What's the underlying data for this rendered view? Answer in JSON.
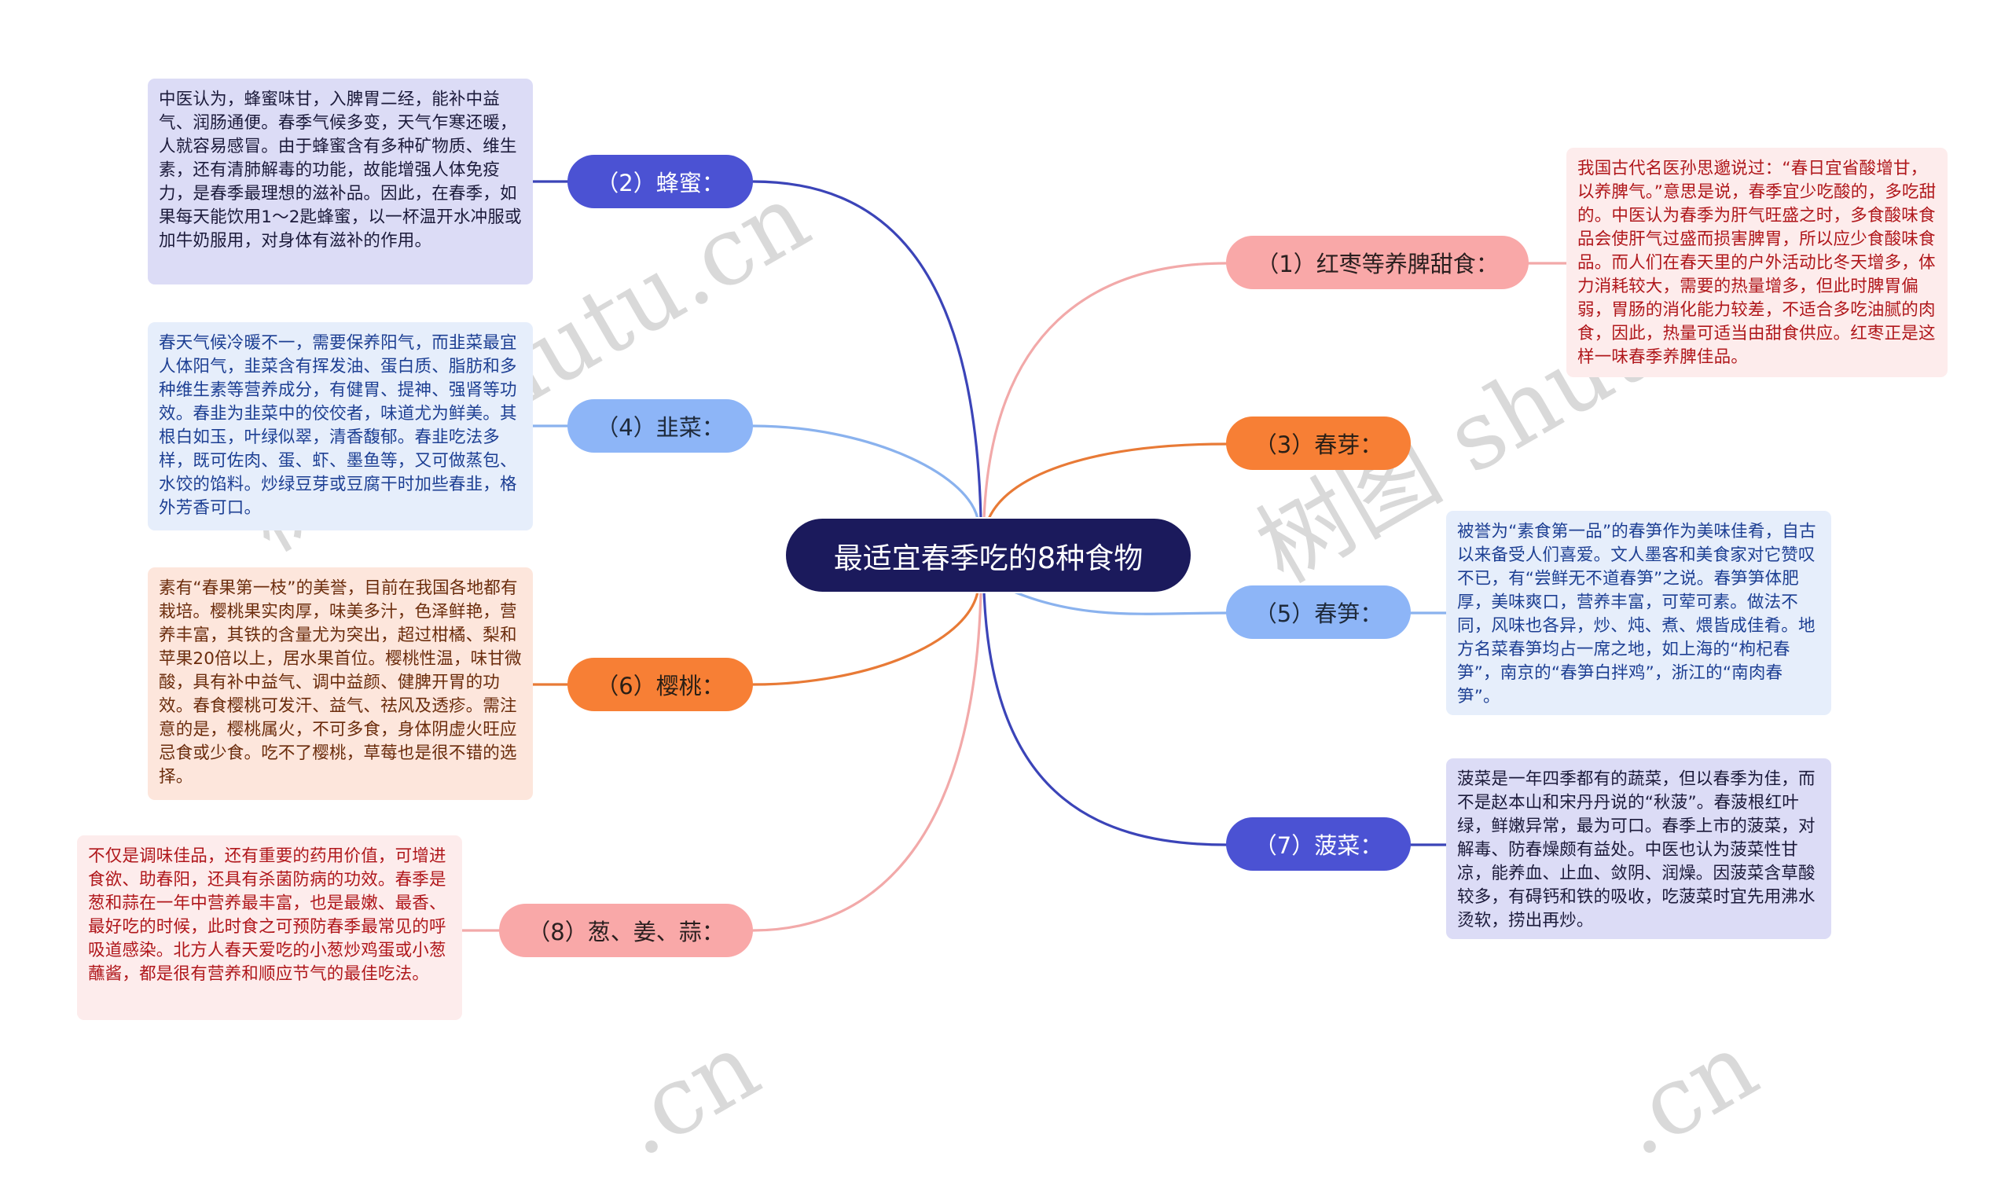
{
  "title": "最适宜春季吃的8种食物",
  "colors": {
    "center": "#1b1a5c",
    "indigo": "#4b52d3",
    "light_blue": "#8db5f7",
    "orange": "#f77f35",
    "pink": "#f9a8a8"
  },
  "watermark": {
    "text_1": "树图 shutu.cn",
    "text_2": "树图 shutu.cn"
  },
  "branches": {
    "dates": {
      "label": "（1）红枣等养脾甜食：",
      "desc": "我国古代名医孙思邈说过：“春日宜省酸增甘，以养脾气。”意思是说，春季宜少吃酸的，多吃甜的。中医认为春季为肝气旺盛之时，多食酸味食品会使肝气过盛而损害脾胃，所以应少食酸味食品。而人们在春天里的户外活动比冬天增多，体力消耗较大，需要的热量增多，但此时脾胃偏弱，胃肠的消化能力较差，不适合多吃油腻的肉食，因此，热量可适当由甜食供应。红枣正是这样一味春季养脾佳品。"
    },
    "honey": {
      "label": "（2）蜂蜜：",
      "desc": "中医认为，蜂蜜味甘，入脾胃二经，能补中益气、润肠通便。春季气候多变，天气乍寒还暖，人就容易感冒。由于蜂蜜含有多种矿物质、维生素，还有清肺解毒的功能，故能增强人体免疫力，是春季最理想的滋补品。因此，在春季，如果每天能饮用1～2匙蜂蜜，以一杯温开水冲服或加牛奶服用，对身体有滋补的作用。"
    },
    "sprout": {
      "label": "（3）春芽："
    },
    "leek": {
      "label": "（4）韭菜：",
      "desc": "春天气候冷暖不一，需要保养阳气，而韭菜最宜人体阳气，韭菜含有挥发油、蛋白质、脂肪和多种维生素等营养成分，有健胃、提神、强肾等功效。春韭为韭菜中的佼佼者，味道尤为鲜美。其根白如玉，叶绿似翠，清香馥郁。春韭吃法多样，既可佐肉、蛋、虾、墨鱼等，又可做蒸包、水饺的馅料。炒绿豆芽或豆腐干时加些春韭，格外芳香可口。"
    },
    "bamboo": {
      "label": "（5）春笋：",
      "desc": "被誉为“素食第一品”的春笋作为美味佳肴，自古以来备受人们喜爱。文人墨客和美食家对它赞叹不已，有“尝鲜无不道春笋”之说。春笋笋体肥厚，美味爽口，营养丰富，可荤可素。做法不同，风味也各异，炒、炖、煮、煨皆成佳肴。地方名菜春笋均占一席之地，如上海的“枸杞春笋”，南京的“春笋白拌鸡”，浙江的“南肉春笋”。"
    },
    "cherry": {
      "label": "（6）樱桃：",
      "desc": "素有“春果第一枝”的美誉，目前在我国各地都有栽培。樱桃果实肉厚，味美多汁，色泽鲜艳，营养丰富，其铁的含量尤为突出，超过柑橘、梨和苹果20倍以上，居水果首位。樱桃性温，味甘微酸，具有补中益气、调中益颜、健脾开胃的功效。春食樱桃可发汗、益气、祛风及透疹。需注意的是，樱桃属火，不可多食，身体阴虚火旺应忌食或少食。吃不了樱桃，草莓也是很不错的选择。"
    },
    "spinach": {
      "label": "（7）菠菜：",
      "desc": "菠菜是一年四季都有的蔬菜，但以春季为佳，而不是赵本山和宋丹丹说的“秋菠”。春菠根红叶绿，鲜嫩异常，最为可口。春季上市的菠菜，对解毒、防春燥颇有益处。中医也认为菠菜性甘凉，能养血、止血、敛阴、润燥。因菠菜含草酸较多，有碍钙和铁的吸收，吃菠菜时宜先用沸水烫软，捞出再炒。"
    },
    "onion": {
      "label": "（8）葱、姜、蒜：",
      "desc": "不仅是调味佳品，还有重要的药用价值，可增进食欲、助春阳，还具有杀菌防病的功效。春季是葱和蒜在一年中营养最丰富，也是最嫩、最香、最好吃的时候，此时食之可预防春季最常见的呼吸道感染。北方人春天爱吃的小葱炒鸡蛋或小葱蘸酱，都是很有营养和顺应节气的最佳吃法。"
    }
  }
}
